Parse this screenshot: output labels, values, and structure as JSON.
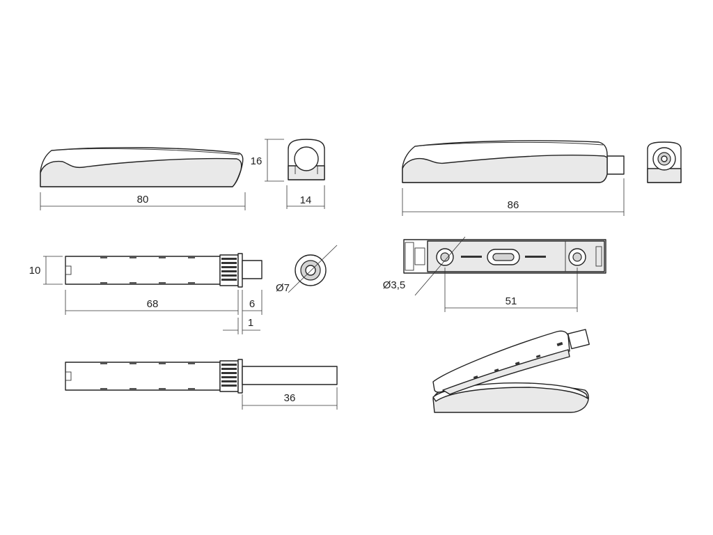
{
  "dimensions": {
    "d80": "80",
    "d16": "16",
    "d14": "14",
    "d86": "86",
    "d10": "10",
    "d68": "68",
    "d6": "6",
    "d1": "1",
    "d7": "Ø7",
    "d35": "Ø3,5",
    "d51": "51",
    "d36": "36"
  }
}
